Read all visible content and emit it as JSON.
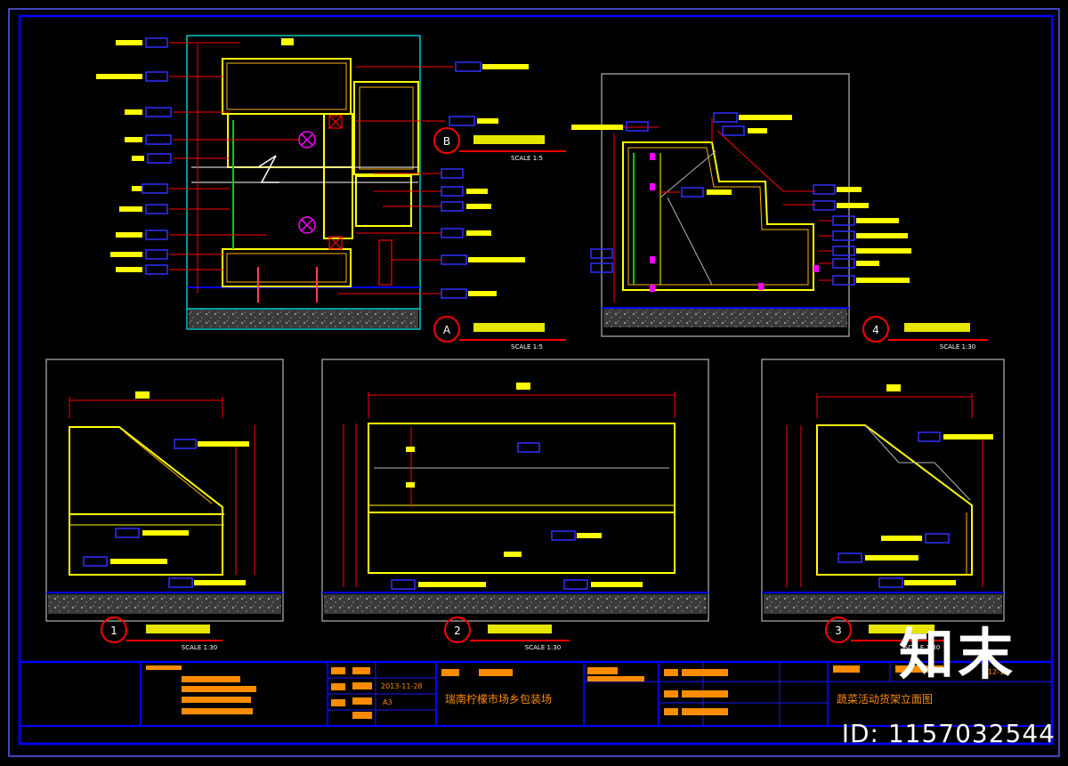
{
  "colors": {
    "background": "#000000",
    "frame": "#0000ff",
    "cyan": "#00c8c8",
    "yellow": "#ffff00",
    "red": "#ff0000",
    "white": "#ffffff",
    "orange": "#ff8c00",
    "magenta": "#ff00ff",
    "green": "#00d000",
    "grey": "#b4b4b4"
  },
  "views": {
    "A": {
      "marker": "A",
      "scale": "SCALE   1:5"
    },
    "B": {
      "marker": "B",
      "scale": "SCALE   1:5"
    },
    "v1": {
      "marker": "1",
      "scale": "SCALE   1:30"
    },
    "v2": {
      "marker": "2",
      "scale": "SCALE   1:30"
    },
    "v3": {
      "marker": "3",
      "scale": "SCALE   1:30"
    },
    "v4": {
      "marker": "4",
      "scale": "SCALE   1:30"
    }
  },
  "title_block": {
    "date": "2013-11-28",
    "sheet_size": "A3",
    "project": "瑞南柠檬市场乡包装场",
    "drawing_no": "12-11",
    "drawing_name": "蔬菜活动货架立面图"
  },
  "watermark": {
    "logo": "知末",
    "image_id": "ID: 1157032544"
  }
}
